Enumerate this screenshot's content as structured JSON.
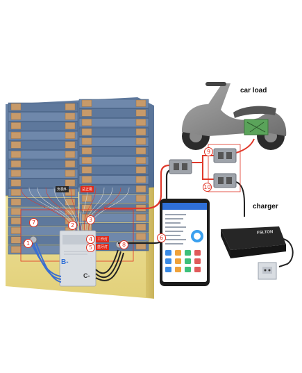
{
  "labels": {
    "car_load": "car load",
    "charger": "charger"
  },
  "charger_brand": "FSLTON",
  "callouts": [
    "1",
    "2",
    "3",
    "4",
    "5",
    "6",
    "7",
    "8",
    "9",
    "10"
  ],
  "board_tags": {
    "neg": "负极B-",
    "pos": "总正极",
    "work": "工作灯",
    "alarm": "蓝牙灯"
  },
  "bms_labels": {
    "b_minus": "B-",
    "c_minus": "C-"
  },
  "cell_count": 32,
  "colors": {
    "red_wire": "#e0382a",
    "black_wire": "#222222",
    "callout": "#e03020",
    "battery_face": "#e8d98a",
    "phone_header": "#2f6fd8"
  },
  "icons": [
    "anderson-connector-icon",
    "bluetooth-icon",
    "plug-icon"
  ]
}
